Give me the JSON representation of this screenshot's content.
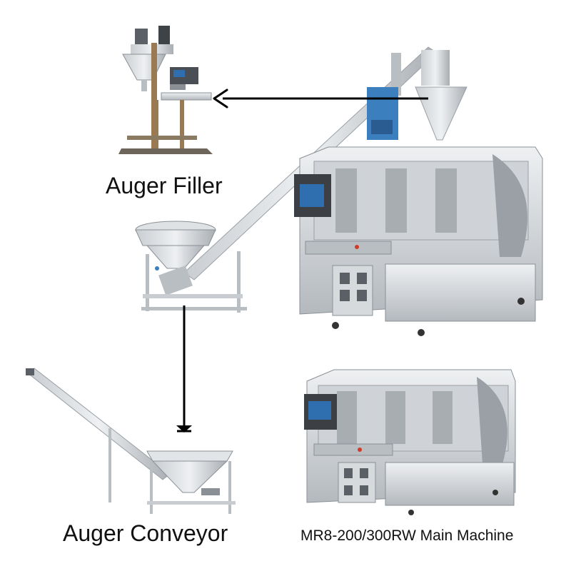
{
  "labels": {
    "auger_filler": "Auger Filler",
    "auger_conveyor": "Auger Conveyor",
    "main_machine": "MR8-200/300RW Main Machine"
  },
  "colors": {
    "steel_light": "#dcdfe2",
    "steel_mid": "#b9bec3",
    "steel_dark": "#8a9096",
    "frame_dark": "#4a4f55",
    "screen_blue": "#2f6fb0",
    "panel_blue": "#3c7fbf",
    "arrow": "#000000",
    "accent_red": "#d23a2a"
  },
  "icons": [
    "auger-filler-machine-icon",
    "auger-conveyor-machine-icon",
    "rotary-packing-machine-icon",
    "arrow-right-icon",
    "arrow-down-icon"
  ]
}
